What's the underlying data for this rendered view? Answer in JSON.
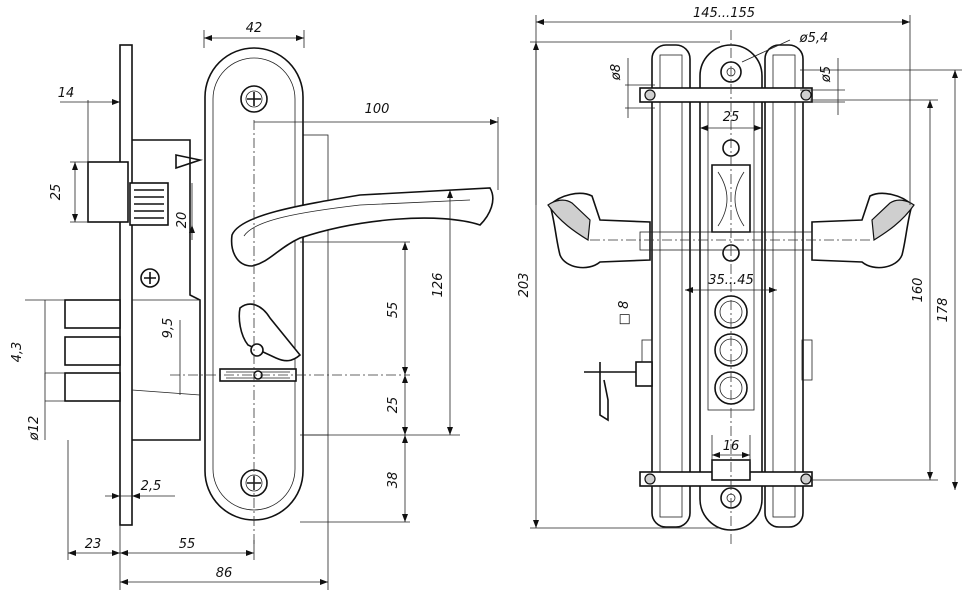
{
  "dimensions": {
    "d42": "42",
    "d100": "100",
    "d14": "14",
    "d25_bolt": "25",
    "d20": "20",
    "d126": "126",
    "d55_vert": "55",
    "d9_5": "9,5",
    "d4_3": "4,3",
    "d25_mid": "25",
    "d12": "ø12",
    "d38": "38",
    "d2_5": "2,5",
    "d23": "23",
    "d55_horiz": "55",
    "d86": "86",
    "d145_155": "145...155",
    "d5_4": "ø5,4",
    "d8_top": "ø8",
    "d5": "ø5",
    "d25_top": "25",
    "d203": "203",
    "d35_45": "35...45",
    "d8_square": "□ 8",
    "d160": "160",
    "d178": "178",
    "d16": "16"
  }
}
